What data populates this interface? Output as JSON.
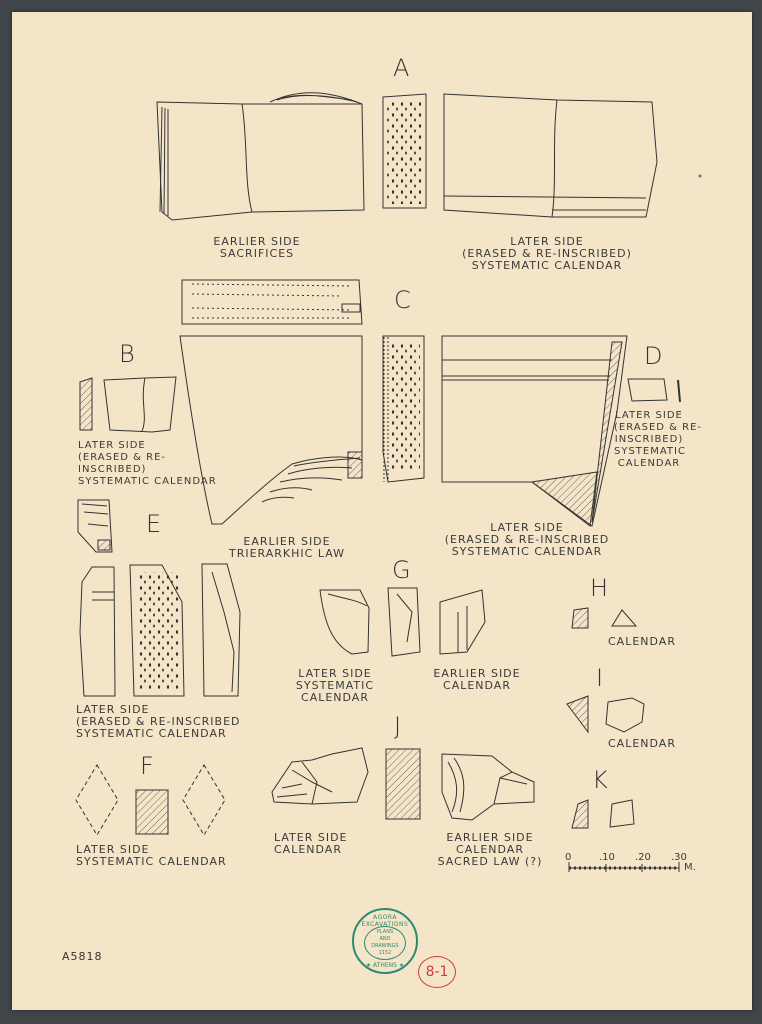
{
  "letters": {
    "a": "A",
    "b": "B",
    "c": "C",
    "d": "D",
    "e": "E",
    "f": "F",
    "g": "G",
    "h": "H",
    "i": "I",
    "j": "J",
    "k": "K"
  },
  "captions": {
    "a_left": [
      "EARLIER SIDE",
      "SACRIFICES"
    ],
    "a_right": [
      "LATER SIDE",
      "(ERASED & RE-INSCRIBED)",
      "SYSTEMATIC CALENDAR"
    ],
    "b": [
      "LATER SIDE",
      "(ERASED & RE-",
      "INSCRIBED)",
      "SYSTEMATIC CALENDAR"
    ],
    "c_left": [
      "EARLIER SIDE",
      "TRIERARKHIC LAW"
    ],
    "c_right": [
      "LATER SIDE",
      "(ERASED & RE-INSCRIBED",
      "SYSTEMATIC CALENDAR"
    ],
    "d": [
      "LATER SIDE",
      "(ERASED & RE-",
      "INSCRIBED)",
      "SYSTEMATIC",
      "CALENDAR"
    ],
    "e": [
      "LATER SIDE",
      "(ERASED & RE-INSCRIBED",
      "SYSTEMATIC CALENDAR"
    ],
    "g_left": [
      "LATER SIDE",
      "SYSTEMATIC",
      "CALENDAR"
    ],
    "g_right": [
      "EARLIER SIDE",
      "CALENDAR"
    ],
    "h": [
      "CALENDAR"
    ],
    "i": [
      "CALENDAR"
    ],
    "f": [
      "LATER SIDE",
      "SYSTEMATIC  CALENDAR"
    ],
    "j_left": [
      "LATER SIDE",
      "CALENDAR"
    ],
    "j_right": [
      "EARLIER SIDE",
      "CALENDAR",
      "SACRED LAW (?)"
    ]
  },
  "scale": {
    "ticks": [
      "0",
      ".10",
      ".20",
      ".30"
    ],
    "unit": "M."
  },
  "inventory": "A5818",
  "stamp": {
    "top": "AGORA EXCAVATIONS",
    "mid": [
      "PLANS",
      "AND",
      "DRAWINGS",
      "1152"
    ],
    "bottom": "★ ATHENS ★"
  },
  "mark": "8-1",
  "colors": {
    "paper": "#f4e5c8",
    "ink": "#3a3a3a",
    "stamp": "#2e8a72",
    "mark": "#c8413a"
  }
}
